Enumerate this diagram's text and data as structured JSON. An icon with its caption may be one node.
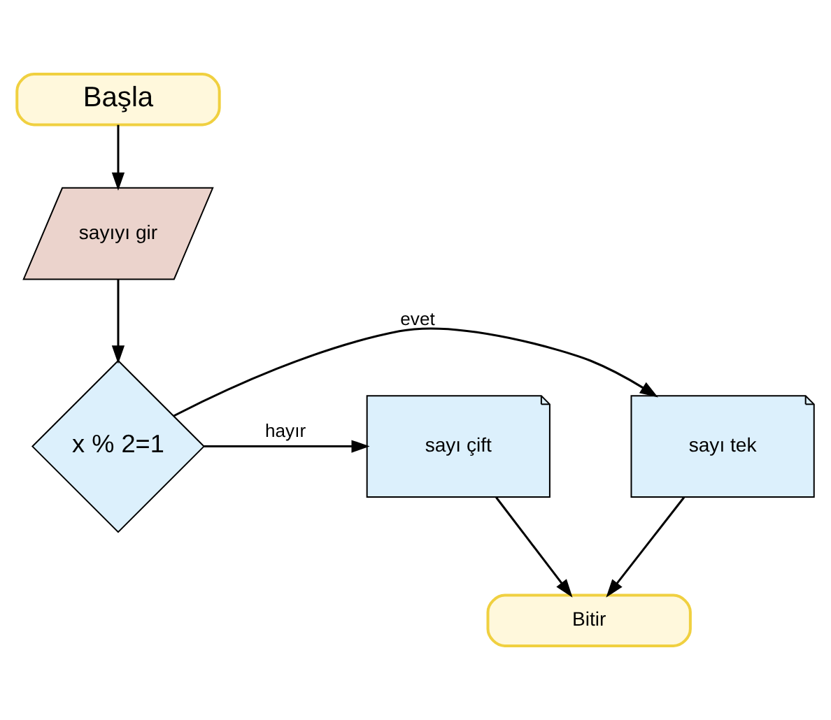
{
  "diagram": {
    "nodes": [
      {
        "text": [
          "Başla"
        ]
      },
      {
        "text": [
          "sayıyı gir"
        ]
      },
      {
        "text": [
          "x % 2=1"
        ]
      },
      {
        "text": [
          "sayı tek"
        ]
      },
      {
        "text": [
          "sayı çift"
        ]
      },
      {
        "text": [
          "Bitir"
        ]
      }
    ],
    "edges": [
      {
        "from": 0,
        "to": 1,
        "arrow": "to"
      },
      {
        "from": 1,
        "to": 2,
        "arrow": "to"
      },
      {
        "from": 2,
        "to": 3,
        "arrow": "to",
        "label": "evet"
      },
      {
        "from": 2,
        "to": 4,
        "arrow": "to",
        "label": "hayır"
      },
      {
        "from": 3,
        "to": 5,
        "arrow": "to"
      },
      {
        "from": 4,
        "to": 5,
        "arrow": "to"
      }
    ]
  }
}
